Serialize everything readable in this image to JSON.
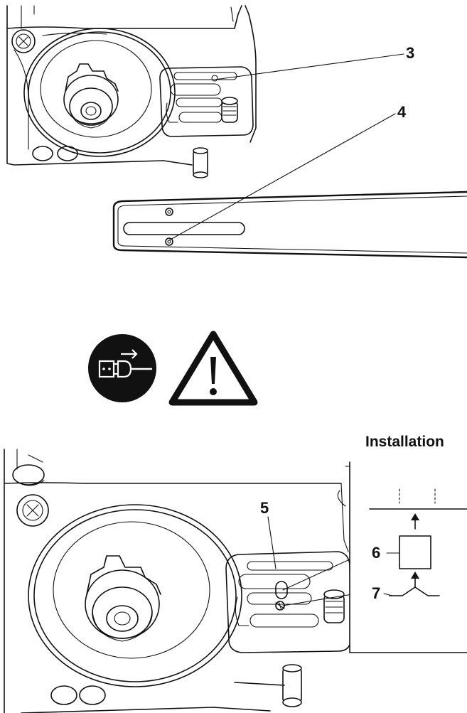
{
  "callouts": {
    "c3": "3",
    "c4": "4",
    "c5": "5",
    "c6": "6",
    "c7": "7"
  },
  "installation_title": "Installation",
  "icons": {
    "unplug": "disconnect-mains-plug-icon",
    "warning": "warning-triangle-icon"
  },
  "colors": {
    "ink": "#111111",
    "paper": "#ffffff"
  }
}
